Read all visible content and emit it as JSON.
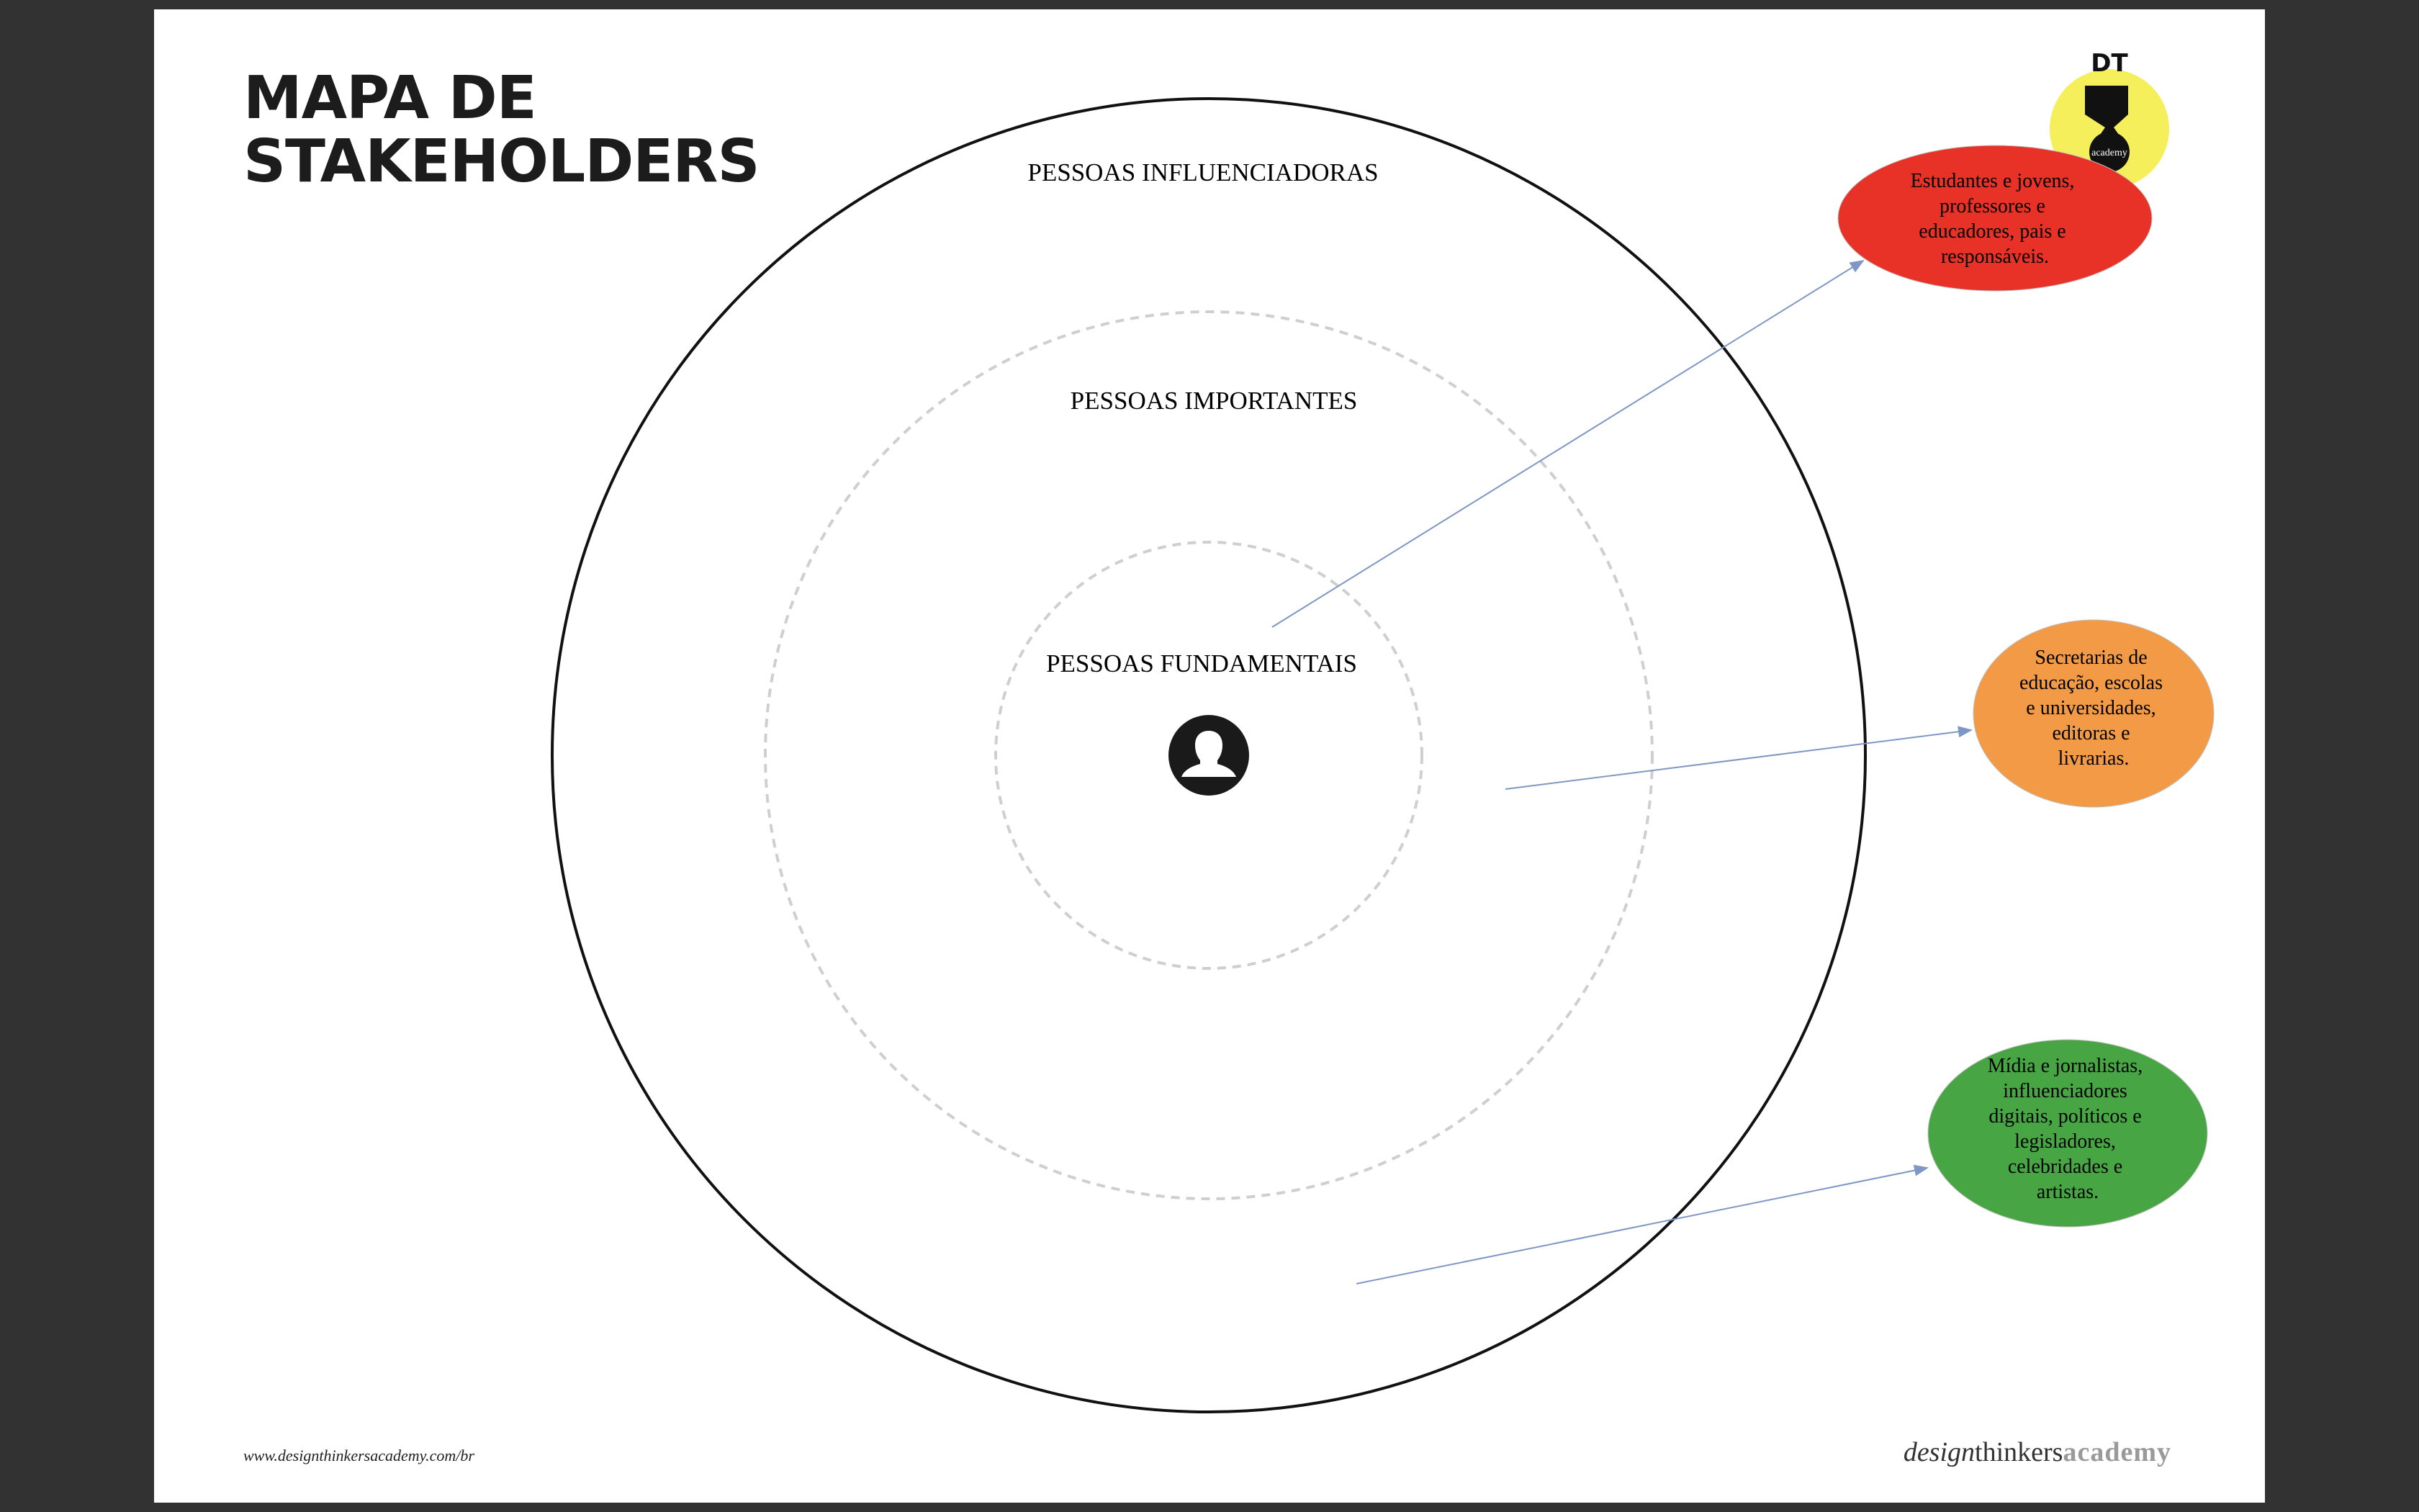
{
  "title": {
    "line1": "MAPA DE",
    "line2": "STAKEHOLDERS"
  },
  "rings": {
    "outer_label": "PESSOAS INFLUENCIADORAS",
    "middle_label": "PESSOAS IMPORTANTES",
    "inner_label": "PESSOAS FUNDAMENTAIS"
  },
  "center_icon": "person-icon",
  "logo": {
    "letters": "DT",
    "sub": "academy",
    "bg_color": "#f4ef5b"
  },
  "bubbles": [
    {
      "lines": [
        "Estudantes e jovens,",
        "professores e",
        "educadores, pais e",
        "responsáveis."
      ],
      "color": "#e83227"
    },
    {
      "lines": [
        "Secretarias de",
        "educação, escolas",
        "e universidades,",
        "editoras e",
        "livrarias."
      ],
      "color": "#f29a45"
    },
    {
      "lines": [
        "Mídia e jornalistas,",
        "influenciadores",
        "digitais, políticos e",
        "legisladores,",
        "celebridades e",
        "artistas."
      ],
      "color": "#47a643"
    }
  ],
  "footer": {
    "url": "www.designthinkersacademy.com/br",
    "brand_part1": "design",
    "brand_part2": "thinkers",
    "brand_part3": "academy"
  }
}
